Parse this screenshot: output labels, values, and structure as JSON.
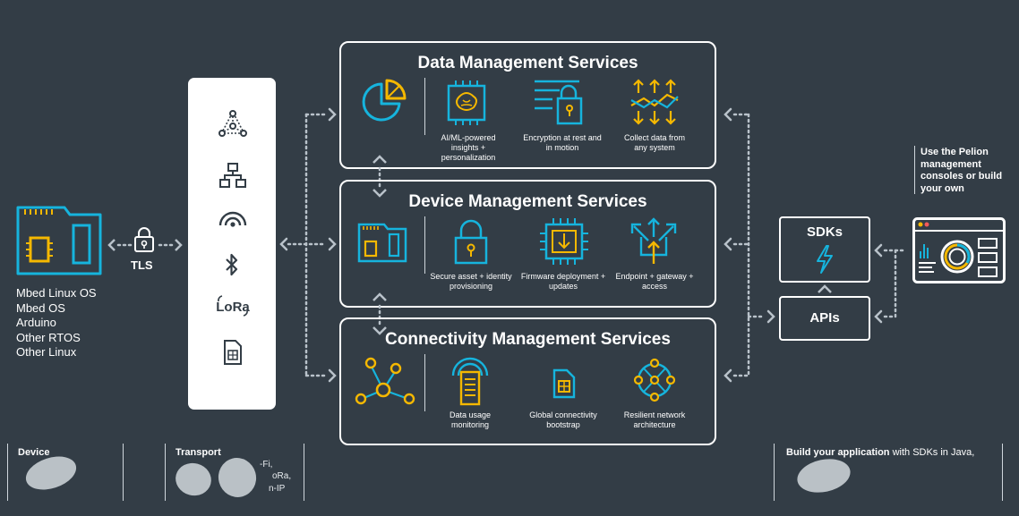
{
  "colors": {
    "background": "#333d46",
    "accent_yellow": "#f5b800",
    "accent_cyan": "#16b4dd",
    "panel_border": "#ffffff",
    "connector": "#b9c2ca"
  },
  "device": {
    "os_list": [
      "Mbed Linux OS",
      "Mbed OS",
      "Arduino",
      "Other RTOS",
      "Other Linux"
    ],
    "tls_label": "TLS"
  },
  "transport": {
    "icons": [
      "mesh-network-icon",
      "network-topology-icon",
      "wireless-signal-icon",
      "bluetooth-icon",
      "lora-icon",
      "sim-card-icon"
    ],
    "lora_label": "LoRa"
  },
  "panels": {
    "data": {
      "title": "Data Management Services",
      "items": [
        {
          "icon": "ai-chip-icon",
          "caption": "AI/ML-powered insights + personalization"
        },
        {
          "icon": "encryption-lock-icon",
          "caption": "Encryption at rest and in motion"
        },
        {
          "icon": "data-collection-icon",
          "caption": "Collect data from any system"
        }
      ]
    },
    "device": {
      "title": "Device Management Services",
      "items": [
        {
          "icon": "secure-lock-icon",
          "caption": "Secure asset + identity provisioning"
        },
        {
          "icon": "firmware-chip-icon",
          "caption": "Firmware deployment + updates"
        },
        {
          "icon": "endpoint-gateway-icon",
          "caption": "Endpoint + gateway + access"
        }
      ]
    },
    "connectivity": {
      "title": "Connectivity Management Services",
      "items": [
        {
          "icon": "data-usage-icon",
          "caption": "Data usage monitoring"
        },
        {
          "icon": "sim-bootstrap-icon",
          "caption": "Global connectivity bootstrap"
        },
        {
          "icon": "network-architecture-icon",
          "caption": "Resilient network architecture"
        }
      ]
    }
  },
  "right": {
    "sdks_label": "SDKs",
    "apis_label": "APIs",
    "console_note": "Use the Pelion management consoles or build your own"
  },
  "footer": {
    "device_title": "Device",
    "transport_title": "Transport",
    "transport_frag1": "-Fi,",
    "transport_frag2": "oRa,",
    "transport_frag3": "n-IP",
    "build_title": "Build your application",
    "build_text": " with SDKs in Java,"
  }
}
